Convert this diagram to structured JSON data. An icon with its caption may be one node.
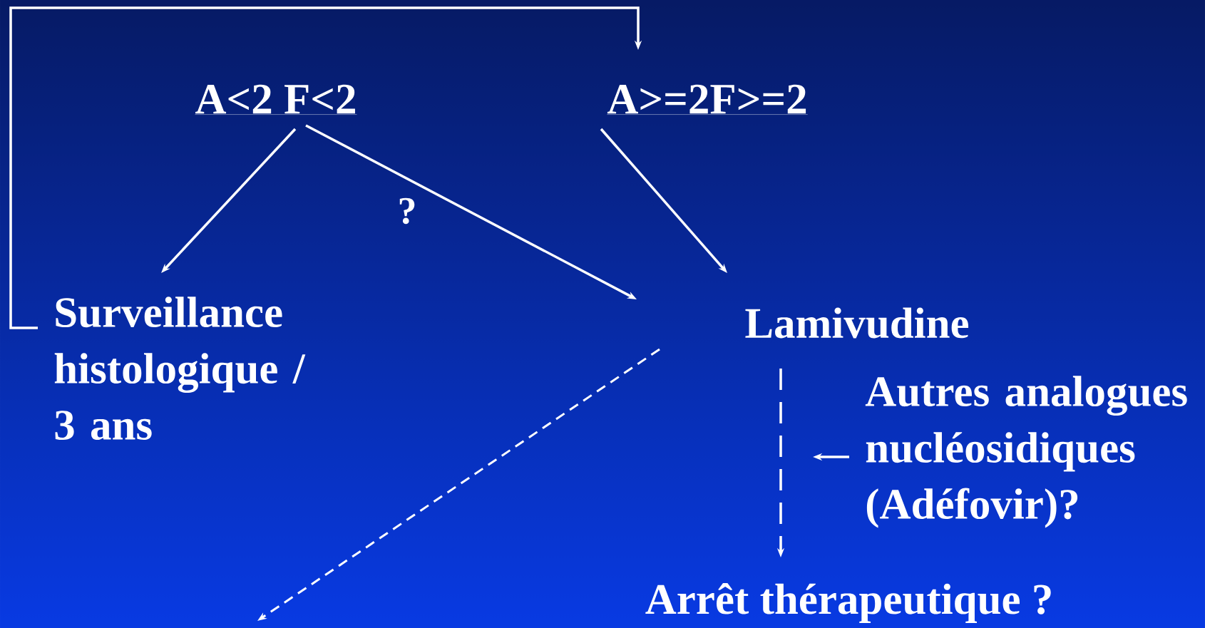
{
  "diagram": {
    "nodes": [
      {
        "text": [
          "A<2 F<2"
        ]
      },
      {
        "text": [
          "A>=2F>=2"
        ]
      },
      {
        "text": [
          "Surveillance histologique / 3 ans"
        ]
      },
      {
        "text": [
          "Lamivudine"
        ]
      },
      {
        "text": [
          "Autres analogues nucléosidiques (Adéfovir)?"
        ]
      },
      {
        "text": [
          "Arrêt thérapeutique ?"
        ]
      }
    ],
    "edges": [
      {
        "from": 2,
        "to": 1,
        "arrow": "to"
      },
      {
        "from": 0,
        "to": 2,
        "arrow": "to"
      },
      {
        "from": 0,
        "to": null,
        "arrow": "to",
        "label": "?"
      },
      {
        "from": 1,
        "to": 3,
        "arrow": "to"
      },
      {
        "from": 3,
        "to": 5,
        "arrow": "to",
        "style": "dashed"
      },
      {
        "from": 4,
        "to": null,
        "arrow": "to"
      }
    ]
  }
}
